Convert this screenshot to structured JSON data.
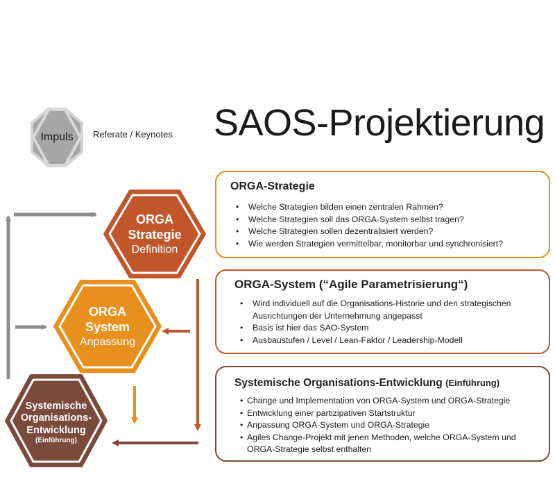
{
  "title": "SAOS-Projektierung",
  "impuls": {
    "label": "Impuls",
    "sub": "Referate / Keynotes"
  },
  "hexes": {
    "strategie": {
      "l1": "ORGA",
      "l2": "Strategie",
      "l3": "Definition"
    },
    "system": {
      "l1": "ORGA",
      "l2": "System",
      "l3": "Anpassung"
    },
    "soe": {
      "l1": "Systemische",
      "l2": "Organisations-",
      "l3": "Entwicklung",
      "l4": "(Einführung)"
    }
  },
  "boxes": {
    "strategie": {
      "heading": "ORGA-Strategie",
      "items": [
        "Welche Strategien bilden einen zentralen Rahmen?",
        "Welche Strategien soll das ORGA-System selbst tragen?",
        "Welche Strategien sollen dezentralisiert werden?",
        "Wie werden Strategien vermittelbar, monitorbar und synchronisiert?"
      ]
    },
    "system": {
      "heading": "ORGA-System (“Agile Parametrisierung“)",
      "items": [
        "Wird individuell auf die Organisations-Historie und den strategischen Ausrichtungen der Unternehmung angepasst",
        "Basis ist hier das SAO-System",
        "Ausbaustufen / Level / Lean-Faktor / Leadership-Modell"
      ]
    },
    "soe": {
      "heading": "Systemische Organisations-Entwicklung",
      "heading_small": "(Einführung)",
      "items": [
        "Change und Implementation von ORGA-System und ORGA-Strategie",
        "Entwicklung einer partizipativen Startstruktur",
        "Anpassung ORGA-System und ORGA-Strategie",
        "Agiles Change-Projekt mit jenen Methoden, welche ORGA-System und ORGA-Strategie selbst enthalten"
      ]
    }
  },
  "colors": {
    "strategie": "#C0562A",
    "system": "#E8901E",
    "soe": "#7A4A3A",
    "impuls": "#A6A6A6",
    "arrow_gray": "#8C8C8C"
  }
}
